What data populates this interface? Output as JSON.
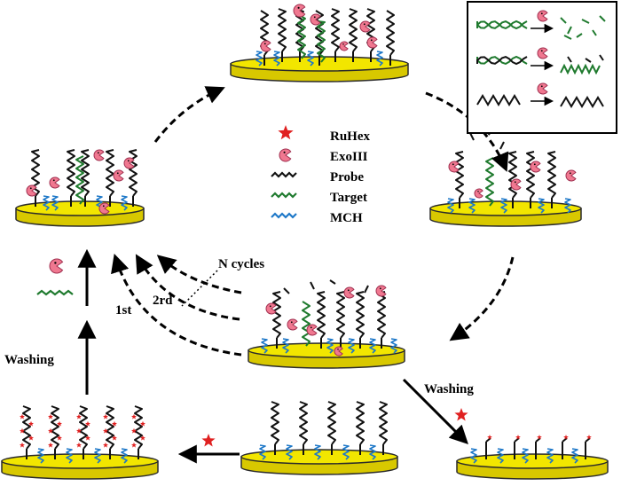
{
  "legend": {
    "ruhex": "RuHex",
    "exoiii": "ExoIII",
    "probe": "Probe",
    "target": "Target",
    "mch": "MCH"
  },
  "labels": {
    "n_cycles": "N cycles",
    "second": "2rd",
    "first": "1st",
    "washing_left": "Washing",
    "washing_right": "Washing"
  },
  "colors": {
    "electrode_fill": "#f2e600",
    "electrode_stroke": "#2a2a2a",
    "probe": "#111111",
    "target": "#1f7a2e",
    "mch": "#1e78c8",
    "ruhex": "#e02020",
    "exoiii": "#f07890"
  },
  "icons": [
    "star-icon",
    "exoiii-pacman-icon",
    "probe-zigzag-icon",
    "target-zigzag-icon",
    "mch-zigzag-icon"
  ]
}
